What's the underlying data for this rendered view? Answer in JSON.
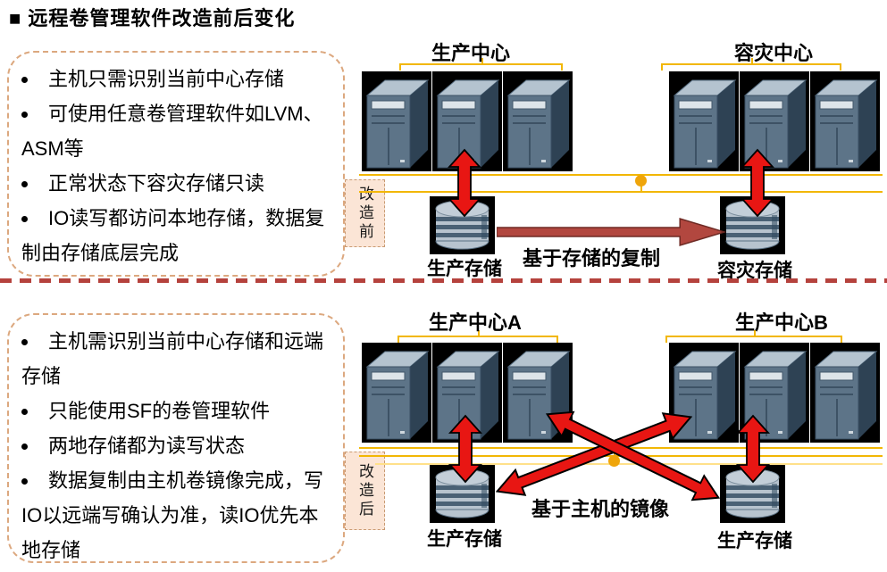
{
  "slide_title": "■ 远程卷管理软件改造前后变化",
  "before": {
    "tag": "改造前",
    "notes": [
      "主机只需识别当前中心存储",
      "可使用任意卷管理软件如LVM、ASM等",
      "正常状态下容灾存储只读",
      "IO读写都访问本地存储，数据复制由存储底层完成"
    ],
    "left_center_label": "生产中心",
    "right_center_label": "容灾中心",
    "left_storage_label": "生产存储",
    "right_storage_label": "容灾存储",
    "flow_label": "基于存储的复制"
  },
  "after": {
    "tag": "改造后",
    "notes": [
      "主机需识别当前中心存储和远端存储",
      "只能使用SF的卷管理软件",
      "两地存储都为读写状态",
      "数据复制由主机卷镜像完成，写IO以远端写确认为准，读IO优先本地存储"
    ],
    "left_center_label": "生产中心A",
    "right_center_label": "生产中心B",
    "left_storage_label": "生产存储",
    "right_storage_label": "生产存储",
    "flow_label": "基于主机的镜像"
  },
  "icons": {
    "server": "server-tower-icon",
    "storage": "disk-array-icon"
  },
  "colors": {
    "accent_gold": "#F2B705",
    "io_arrow_red": "#E81613",
    "replication_arrow_red": "#B2473F",
    "tag_fill_peach": "#FBE5D6",
    "note_border_tan": "#DCA87F",
    "separator_red": "#B5423D"
  }
}
